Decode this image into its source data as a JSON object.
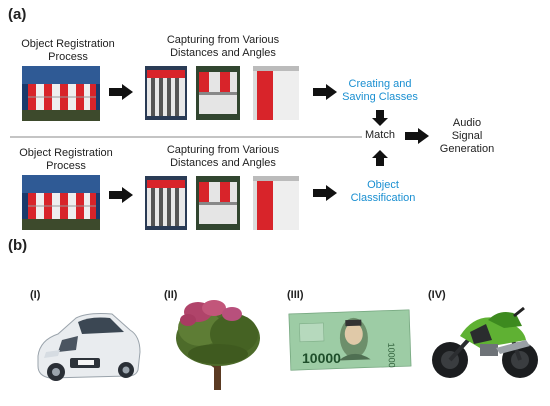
{
  "panel_a": {
    "tag": "(a)",
    "row1": {
      "registration_label": "Object Registration\nProcess",
      "capture_label": "Capturing from Various\nDistances and Angles",
      "result_label": "Creating and\nSaving Classes"
    },
    "row2": {
      "registration_label": "Object Registration\nProcess",
      "capture_label": "Capturing from Various\nDistances and Angles",
      "result_label": "Object\nClassification"
    },
    "match_label": "Match",
    "output_label": "Audio\nSignal\nGeneration",
    "colors": {
      "accent_blue": "#1a8fd1",
      "barrier_red": "#d8242a",
      "arrow": "#111111"
    }
  },
  "panel_b": {
    "tag": "(b)",
    "items": [
      {
        "numeral": "(I)",
        "object": "car"
      },
      {
        "numeral": "(II)",
        "object": "tree"
      },
      {
        "numeral": "(III)",
        "object": "banknote",
        "banknote_text": "10000"
      },
      {
        "numeral": "(IV)",
        "object": "motorcycle"
      }
    ]
  }
}
